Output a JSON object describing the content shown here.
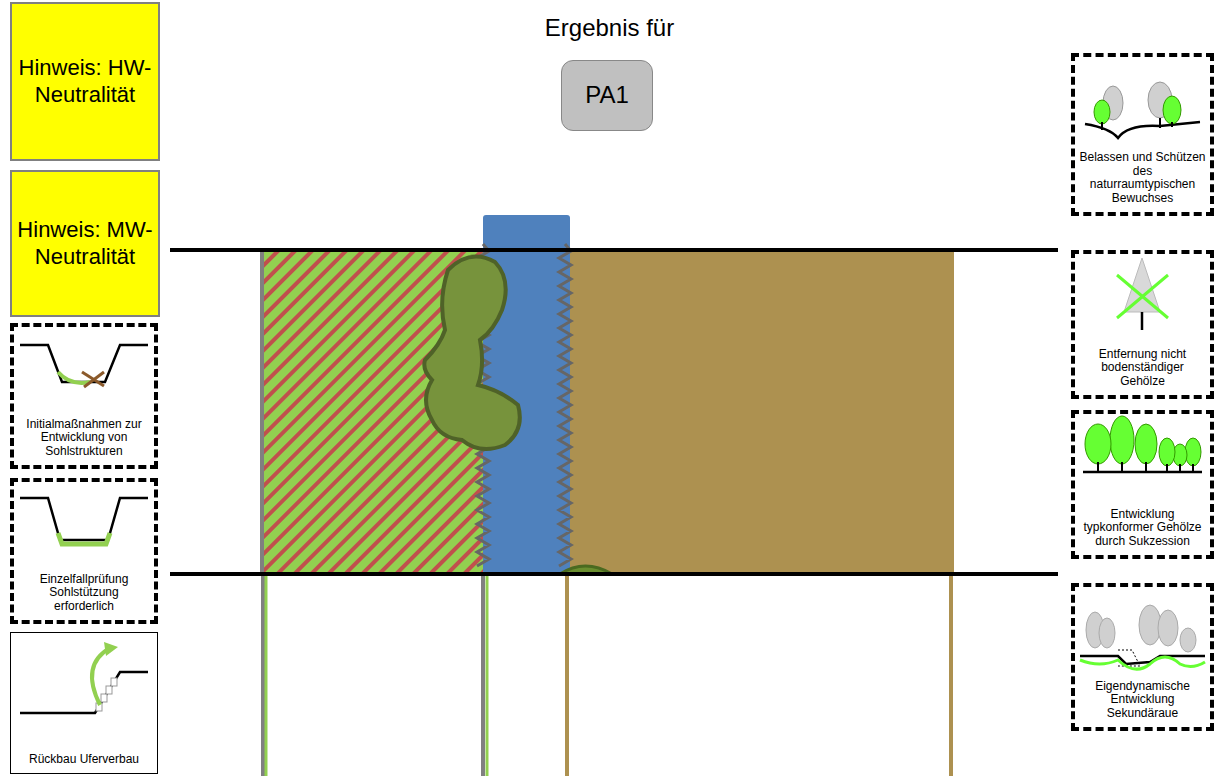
{
  "diagram": {
    "title": "Ergebnis für",
    "nodes": [
      {
        "text": [
          "PA1"
        ]
      },
      {
        "text": [
          "Hinweis: HW-Neutralität"
        ]
      },
      {
        "text": [
          "Hinweis: MW-Neutralität"
        ]
      },
      {
        "text": [
          "Initialmaßnahmen zur Entwicklung von Sohlstrukturen"
        ]
      },
      {
        "text": [
          "Einzelfallprüfung Sohlstützung erforderlich"
        ]
      },
      {
        "text": [
          "Rückbau Uferverbau"
        ]
      },
      {
        "text": [
          "Belassen und Schützen des naturraumtypischen Bewuchses"
        ]
      },
      {
        "text": [
          "Entfernung nicht bodenständiger Gehölze"
        ]
      },
      {
        "text": [
          "Entwicklung typkonformer Gehölze durch Sukzession"
        ]
      },
      {
        "text": [
          "Eigendynamische Entwicklung Sekundäraue"
        ]
      }
    ]
  }
}
